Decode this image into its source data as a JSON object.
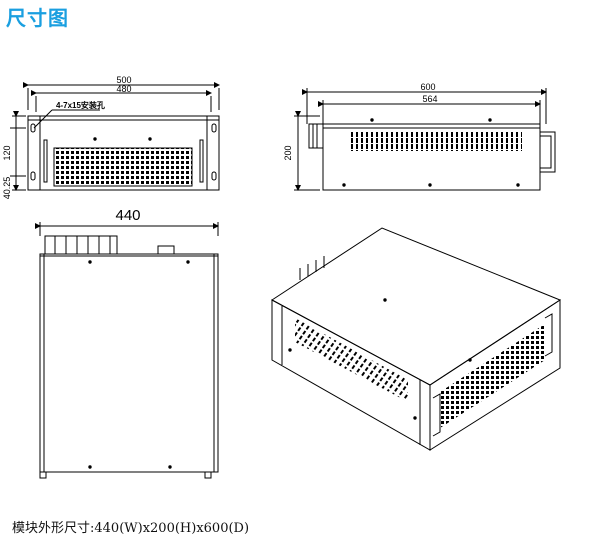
{
  "title": "尺寸图",
  "front_view": {
    "width_outer": "500",
    "width_inner": "480",
    "hole_label": "4-7x15安装孔",
    "height_left": "120",
    "hole_offset": "40.25"
  },
  "side_view": {
    "depth_outer": "600",
    "depth_inner": "564",
    "height": "200"
  },
  "top_view": {
    "width": "440"
  },
  "caption": "模块外形尺寸:440(W)x200(H)x600(D)",
  "colors": {
    "title": "#1a9fe0",
    "line": "#000000"
  }
}
